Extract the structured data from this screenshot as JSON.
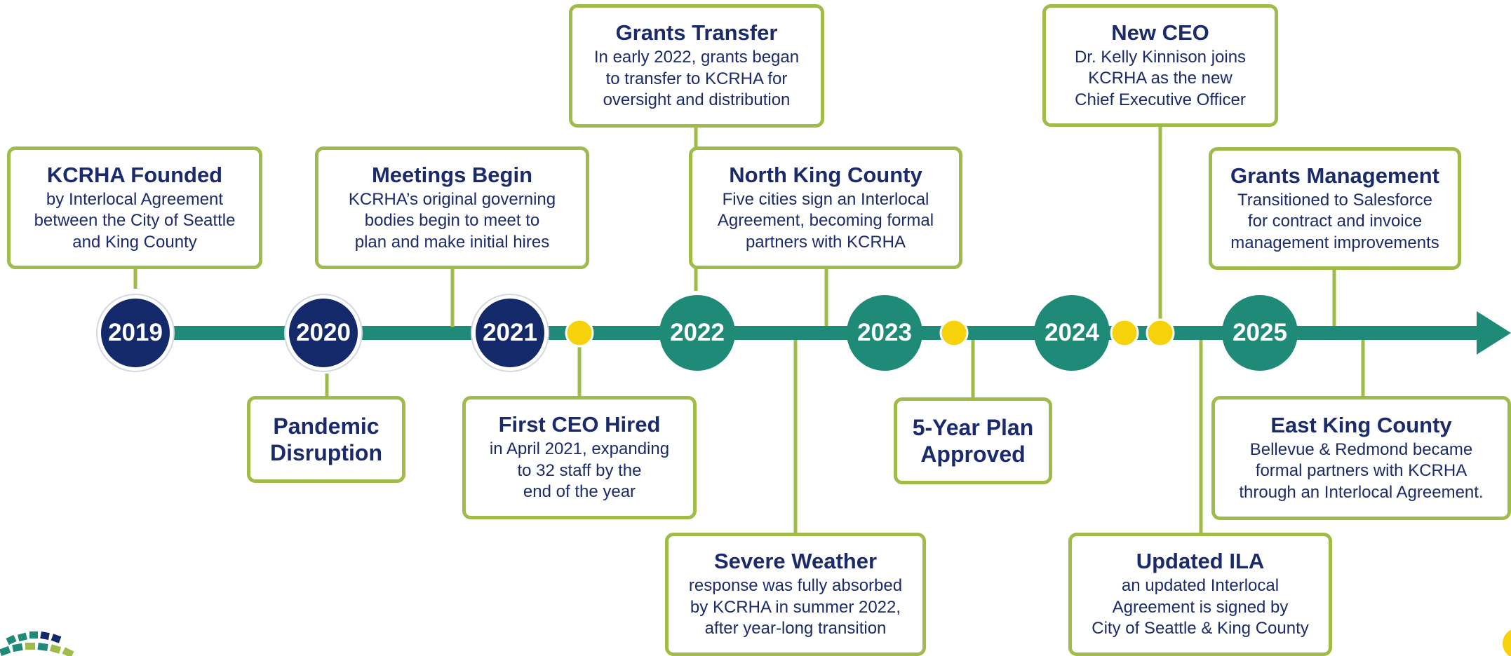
{
  "years": [
    {
      "label": "2019",
      "tone": "navy"
    },
    {
      "label": "2020",
      "tone": "navy"
    },
    {
      "label": "2021",
      "tone": "navy"
    },
    {
      "label": "2022",
      "tone": "teal"
    },
    {
      "label": "2023",
      "tone": "teal"
    },
    {
      "label": "2024",
      "tone": "teal"
    },
    {
      "label": "2025",
      "tone": "teal"
    }
  ],
  "events": {
    "kcrha_founded": {
      "title": "KCRHA Founded",
      "desc": "by Interlocal Agreement\nbetween the City of Seattle\nand King County"
    },
    "meetings_begin": {
      "title": "Meetings Begin",
      "desc": "KCRHA’s original governing\nbodies begin to meet to\nplan and make initial hires"
    },
    "grants_transfer": {
      "title": "Grants Transfer",
      "desc": "In early 2022, grants began\nto transfer to KCRHA for\noversight and distribution"
    },
    "north_king_county": {
      "title": "North King County",
      "desc": "Five cities sign an Interlocal\nAgreement, becoming formal\npartners with KCRHA"
    },
    "new_ceo": {
      "title": "New CEO",
      "desc": "Dr. Kelly Kinnison joins\nKCRHA as the new\nChief Executive Officer"
    },
    "grants_management": {
      "title": "Grants Management",
      "desc": "Transitioned to Salesforce\nfor contract and invoice\nmanagement improvements"
    },
    "pandemic_disruption": {
      "title": "Pandemic\nDisruption"
    },
    "first_ceo_hired": {
      "title": "First CEO Hired",
      "desc": "in April 2021, expanding\nto 32 staff by the\nend of the year"
    },
    "severe_weather": {
      "title": "Severe Weather",
      "desc": "response was fully absorbed\nby KCRHA in summer 2022,\nafter year-long transition"
    },
    "five_year_plan": {
      "title": "5-Year Plan\nApproved"
    },
    "east_king_county": {
      "title": "East King County",
      "desc": "Bellevue & Redmond became\nformal partners with KCRHA\nthrough an Interlocal Agreement."
    },
    "updated_ila": {
      "title": "Updated ILA",
      "desc": "an updated Interlocal\nAgreement is signed by\nCity of Seattle & King County"
    }
  },
  "colors": {
    "navy": "#14296a",
    "teal": "#1f8a77",
    "green_border": "#9fbb4a",
    "marker_yellow": "#f5d20a"
  }
}
